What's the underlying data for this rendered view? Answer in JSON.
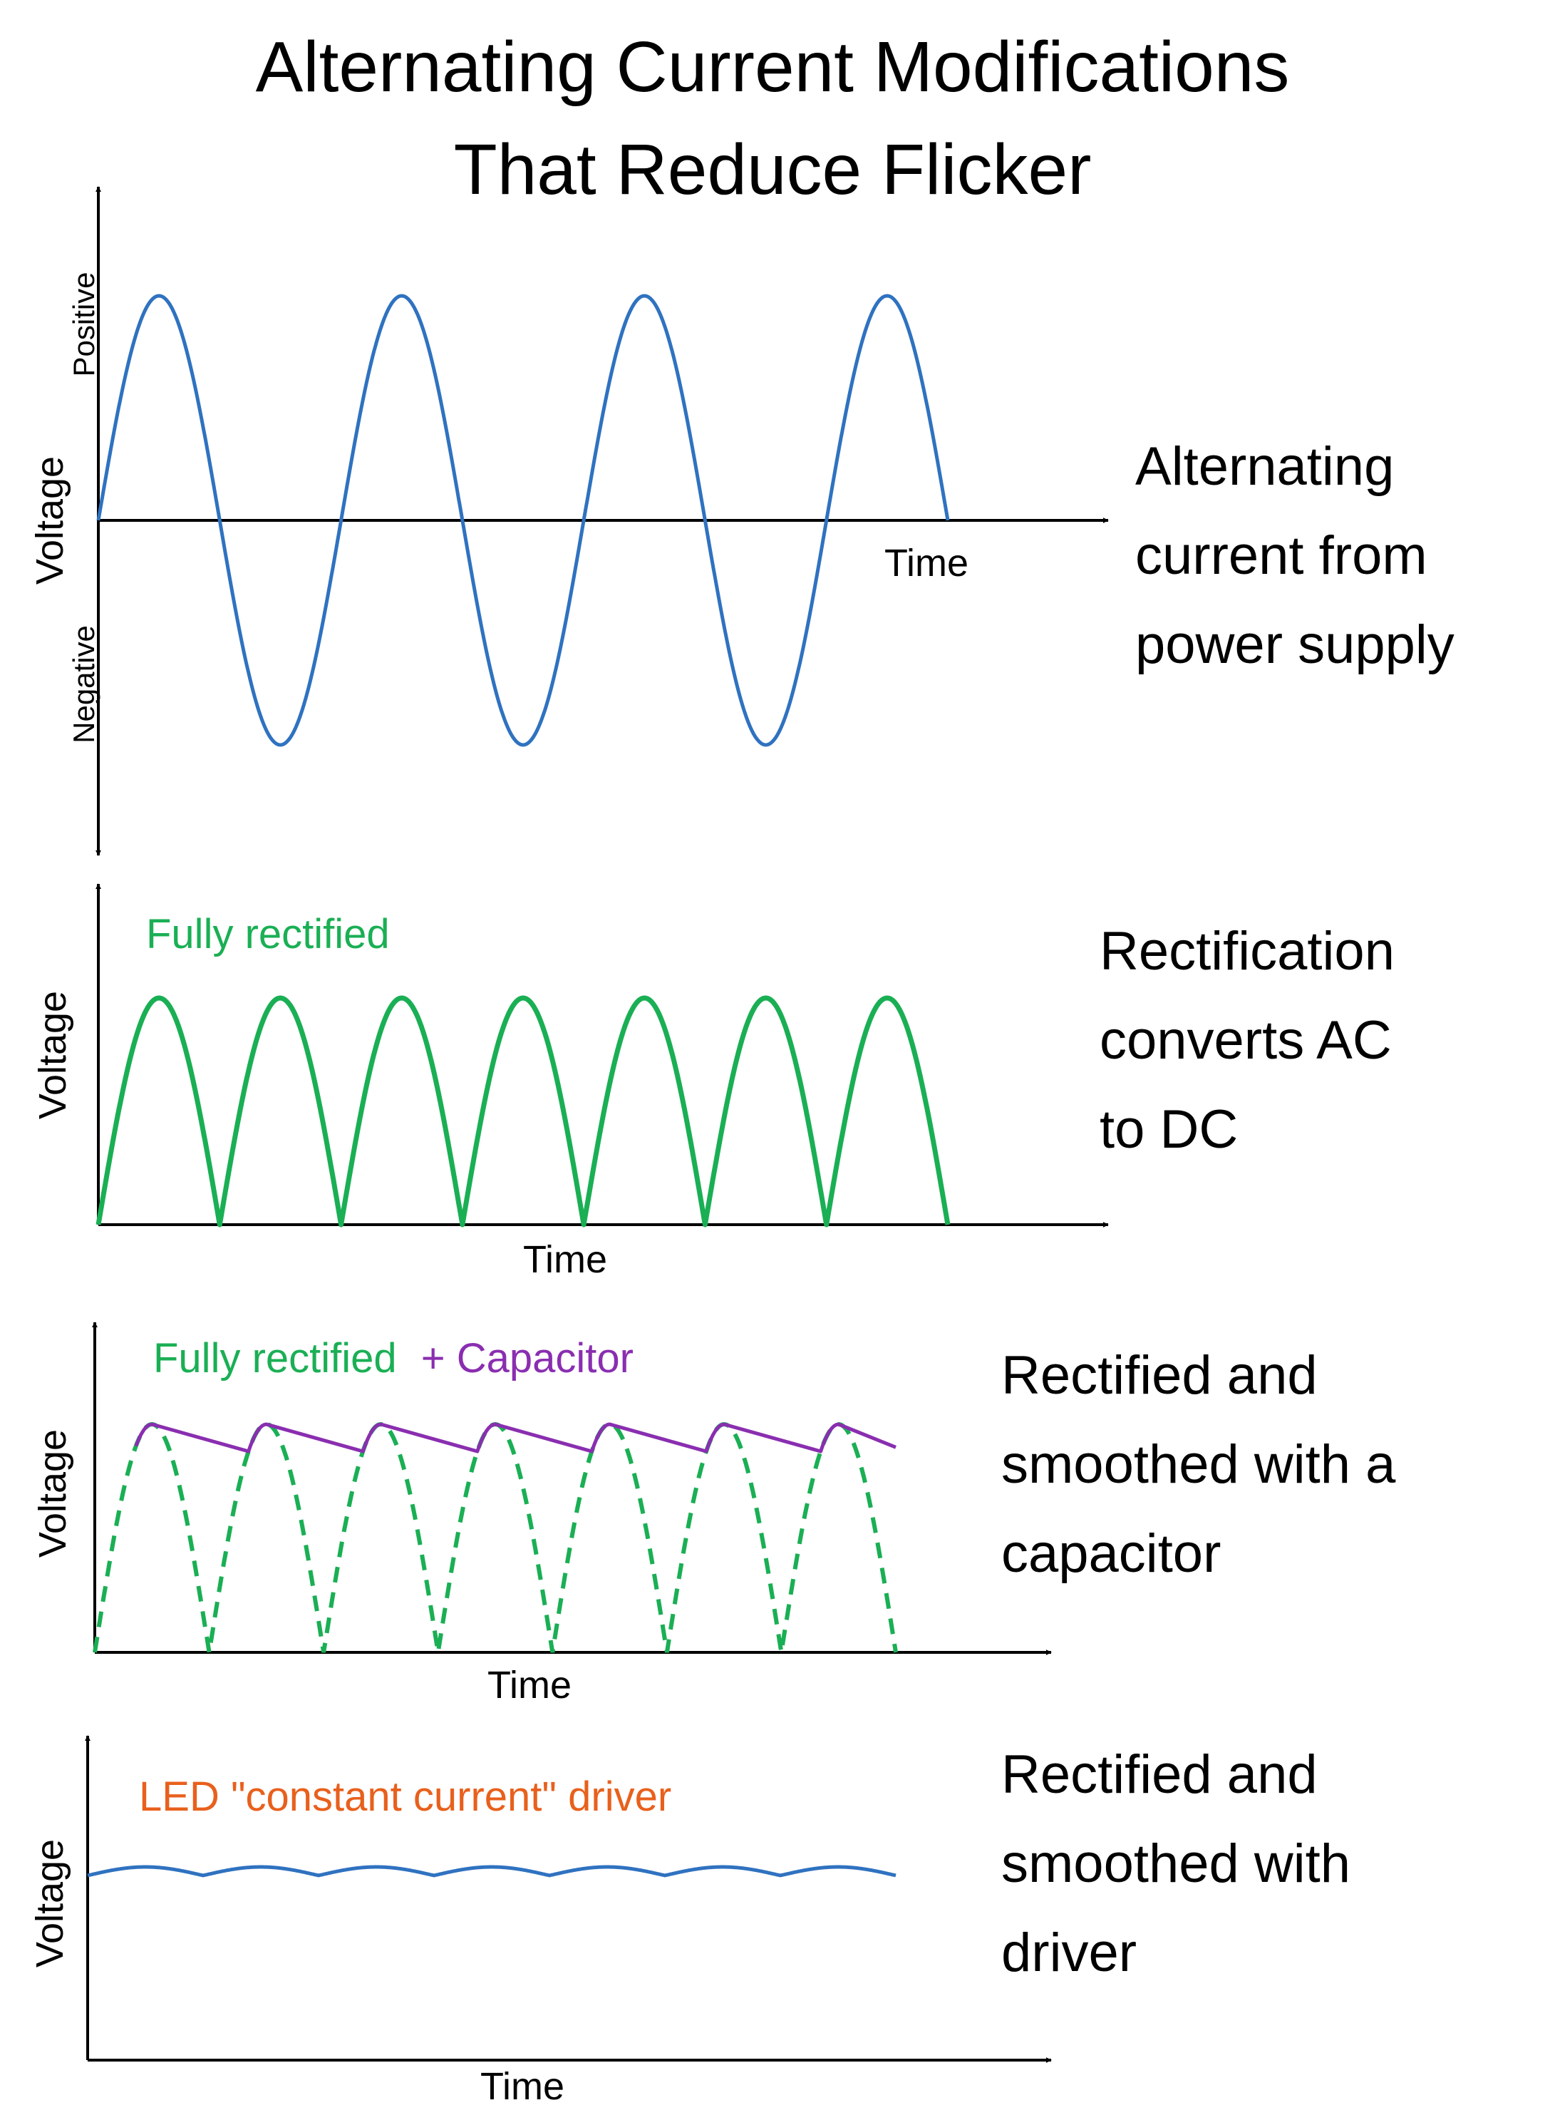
{
  "title": {
    "line1": "Alternating Current Modifications",
    "line2": "That Reduce Flicker"
  },
  "colors": {
    "ac_wave": "#2f72c0",
    "rectified": "#1aaf54",
    "capacitor": "#8a2eb0",
    "driver_label": "#e8601c",
    "driver_wave": "#2f72c0",
    "axis": "#000000"
  },
  "panels": [
    {
      "id": "ac",
      "ylabel": "Voltage",
      "xlabel": "Time",
      "positive_label": "Positive",
      "negative_label": "Negative",
      "description": [
        "Alternating",
        "current from",
        "power supply"
      ],
      "cycles": 3.5
    },
    {
      "id": "rectified",
      "ylabel": "Voltage",
      "xlabel": "Time",
      "label": "Fully rectified",
      "description": [
        "Rectification",
        "converts AC",
        "to DC"
      ],
      "humps": 7
    },
    {
      "id": "capacitor",
      "ylabel": "Voltage",
      "xlabel": "Time",
      "label_part1": "Fully rectified",
      "label_part2": "+ Capacitor",
      "description": [
        "Rectified and",
        "smoothed with a",
        "capacitor"
      ],
      "humps": 7
    },
    {
      "id": "driver",
      "ylabel": "Voltage",
      "xlabel": "Time",
      "label": "LED \"constant current\" driver",
      "description": [
        "Rectified and",
        "smoothed with",
        "driver"
      ],
      "ripples": 7
    }
  ]
}
